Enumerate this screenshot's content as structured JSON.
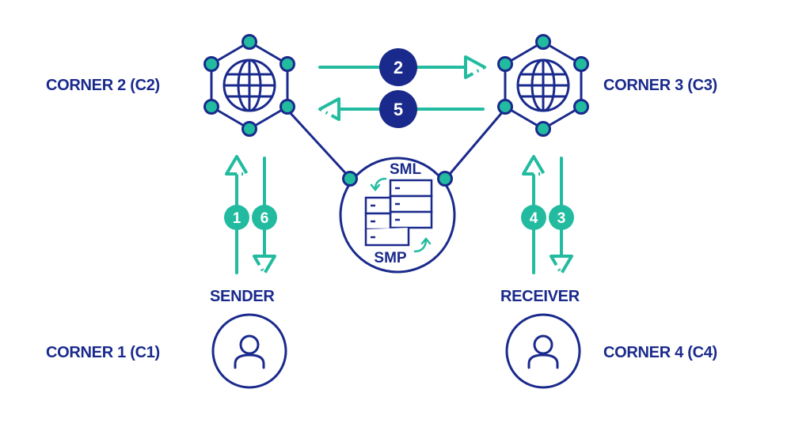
{
  "colors": {
    "navy": "#1a2a8c",
    "teal": "#22bba0",
    "white": "#ffffff"
  },
  "corners": {
    "c1": {
      "label": "CORNER 1 (C1)",
      "role": "SENDER",
      "icon": "user-icon"
    },
    "c2": {
      "label": "CORNER 2 (C2)",
      "icon": "network-globe-icon"
    },
    "c3": {
      "label": "CORNER 3 (C3)",
      "icon": "network-globe-icon"
    },
    "c4": {
      "label": "CORNER 4 (C4)",
      "role": "RECEIVER",
      "icon": "user-icon"
    }
  },
  "central": {
    "icon": "server-stack-icon",
    "top_label": "SML",
    "bottom_label": "SMP"
  },
  "steps": [
    {
      "number": "1",
      "from": "C1",
      "to": "C2",
      "badge_color": "teal"
    },
    {
      "number": "2",
      "from": "C2",
      "to": "C3",
      "badge_color": "navy"
    },
    {
      "number": "3",
      "from": "C3",
      "to": "C4",
      "badge_color": "teal"
    },
    {
      "number": "4",
      "from": "C4",
      "to": "C3",
      "badge_color": "teal"
    },
    {
      "number": "5",
      "from": "C3",
      "to": "C2",
      "badge_color": "navy"
    },
    {
      "number": "6",
      "from": "C2",
      "to": "C1",
      "badge_color": "teal"
    }
  ]
}
